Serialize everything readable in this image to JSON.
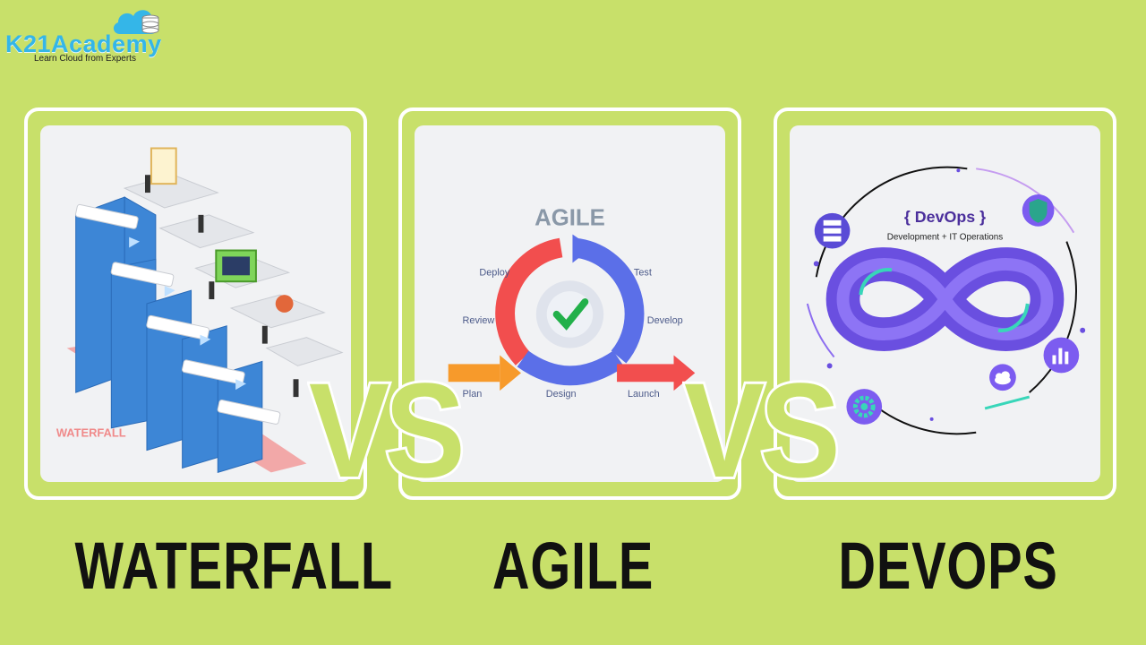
{
  "logo": {
    "title": "K21Academy",
    "tagline": "Learn Cloud from Experts",
    "cloud_icon": "cloud-database-icon",
    "colors": {
      "brand": "#34b6e8"
    }
  },
  "background_color": "#c8e06a",
  "vs_text": "VS",
  "panels": {
    "waterfall": {
      "caption": "WATERFALL",
      "illustration_label": "WATERFALL"
    },
    "agile": {
      "caption": "AGILE",
      "title": "AGILE",
      "steps": {
        "deploy": "Deploy",
        "test": "Test",
        "review": "Review",
        "develop": "Develop",
        "plan": "Plan",
        "design": "Design",
        "launch": "Launch"
      },
      "center_icon": "gear-check-icon"
    },
    "devops": {
      "caption": "DEVOPS",
      "title": "{ DevOps }",
      "subtitle": "Development + IT Operations",
      "icons": [
        "server-icon",
        "shield-icon",
        "chart-icon",
        "cloud-icon",
        "gear-icon"
      ]
    }
  },
  "colors": {
    "panel_border": "#ffffff",
    "panel_bg": "#f1f2f4",
    "caption": "#111111",
    "agile_blue": "#5b6fe8",
    "agile_red": "#f24e4e",
    "agile_orange": "#f79a2b",
    "devops_purple": "#6a4fe0"
  }
}
